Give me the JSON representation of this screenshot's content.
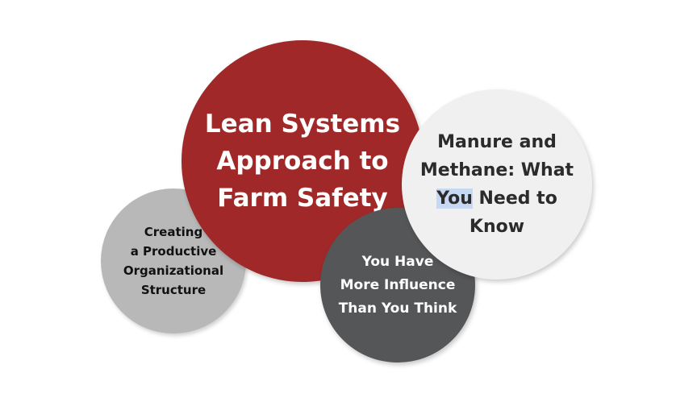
{
  "diagram": {
    "circles": {
      "organizational_structure": {
        "lines": [
          "Creating",
          "a Productive",
          "Organizational",
          "Structure"
        ],
        "color": "#b9b8b8"
      },
      "lean_systems": {
        "lines": [
          "Lean Systems",
          "Approach to",
          "Farm Safety"
        ],
        "color": "#a02828"
      },
      "influence": {
        "lines": [
          "You Have",
          "More Influence",
          "Than You Think"
        ],
        "color": "#555658"
      },
      "manure_methane": {
        "line1": "Manure and",
        "line2": "Methane: What",
        "line3_highlighted": "You",
        "line3_rest": " Need to",
        "line4": "Know",
        "color": "#f0f0f0",
        "highlight_color": "#c7d8f2"
      }
    }
  }
}
